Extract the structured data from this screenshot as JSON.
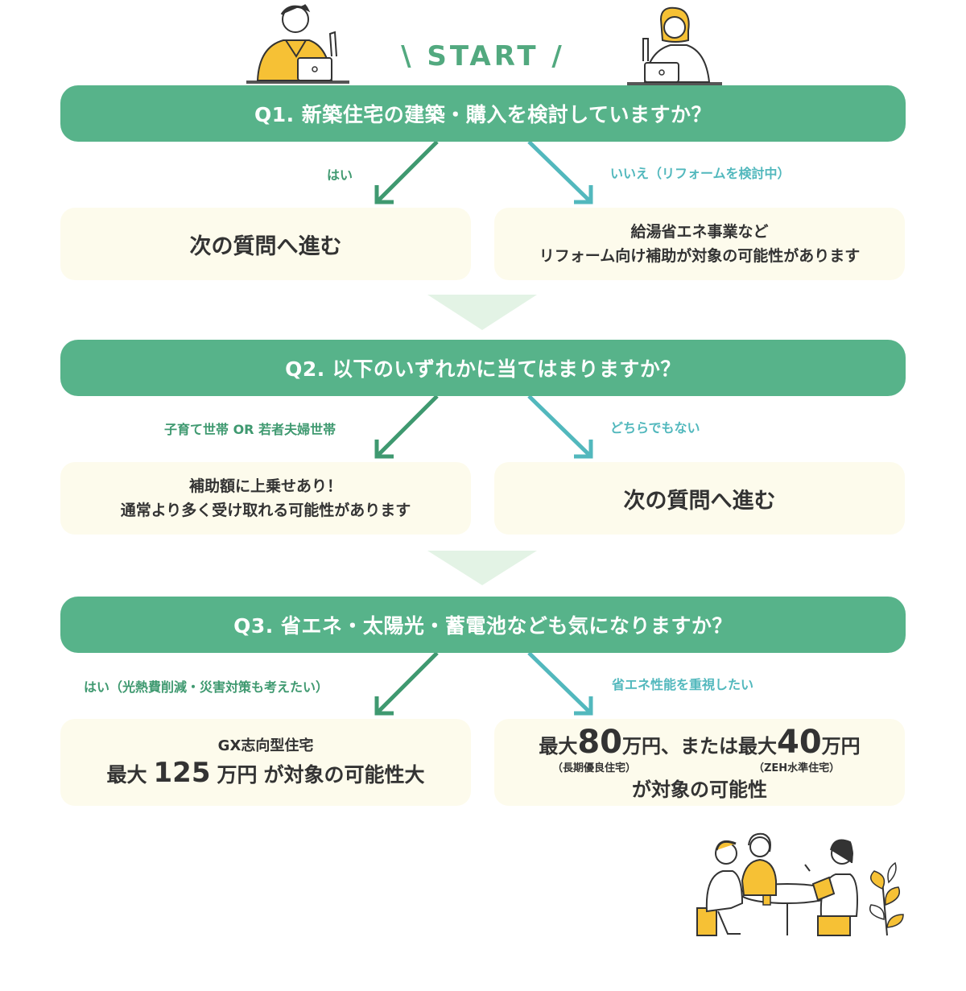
{
  "start_label": "\\ START /",
  "q1": {
    "question": "Q1. 新築住宅の建築・購入を検討していますか？",
    "yes_label": "はい",
    "no_label": "いいえ（リフォームを検討中）",
    "yes_result": "次の質問へ進む",
    "no_result_line1": "給湯省エネ事業など",
    "no_result_line2": "リフォーム向け補助が対象の可能性があります"
  },
  "q2": {
    "question": "Q2. 以下のいずれかに当てはまりますか？",
    "yes_label": "子育て世帯 OR 若者夫婦世帯",
    "no_label": "どちらでもない",
    "yes_result_line1": "補助額に上乗せあり！",
    "yes_result_line2": "通常より多く受け取れる可能性があります",
    "no_result": "次の質問へ進む"
  },
  "q3": {
    "question": "Q3. 省エネ・太陽光・蓄電池なども気になりますか？",
    "yes_label": "はい（光熱費削減・災害対策も考えたい）",
    "no_label": "省エネ性能を重視したい",
    "yes_result": {
      "line1": "GX志向型住宅",
      "prefix": "最大",
      "amount": "125",
      "unit": "万円",
      "suffix": "が対象の可能性大"
    },
    "no_result": {
      "prefix1": "最大",
      "amount1": "80",
      "unit1": "万円",
      "middle": "、または最大",
      "amount2": "40",
      "unit2": "万円",
      "note1": "（長期優良住宅）",
      "note2": "（ZEH水準住宅）",
      "line3": "が対象の可能性"
    }
  },
  "colors": {
    "question_bar": "#57b38a",
    "yes_arrow": "#3f9970",
    "no_arrow": "#52b8bd",
    "result_box": "#fdfbec",
    "down_triangle": "#e3f3e5",
    "illustration_accent": "#f6c135"
  },
  "illustrations": [
    "man-with-laptop-illustration",
    "woman-with-laptop-illustration",
    "consultation-meeting-illustration"
  ]
}
